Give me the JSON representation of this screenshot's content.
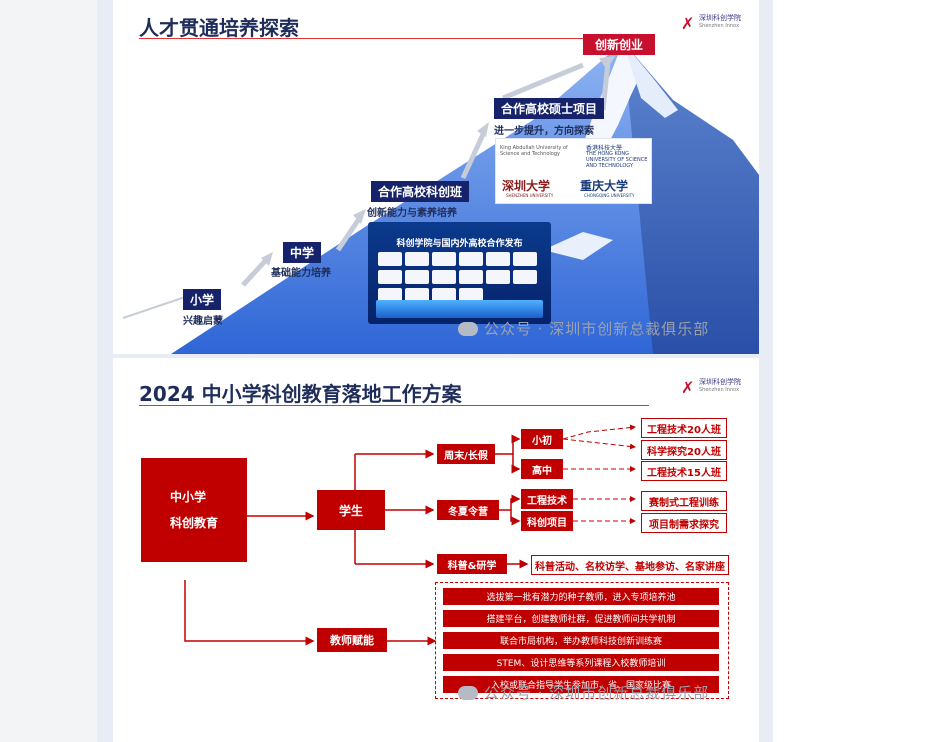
{
  "slide1": {
    "title": "人才贯通培养探索",
    "logo": {
      "mark": "✗",
      "name": "深圳科创学院",
      "sub": "Shenzhen Innoх"
    },
    "stages": [
      {
        "label": "小学",
        "sub": "兴趣启蒙"
      },
      {
        "label": "中学",
        "sub": "基础能力培养"
      },
      {
        "label": "合作高校科创班",
        "sub": "创新能力与素养培养"
      },
      {
        "label": "合作高校硕士项目",
        "sub": "进一步提升，方向探索"
      }
    ],
    "peak": "创新创业",
    "announcement": "科创学院与国内外高校合作发布",
    "universities": {
      "kaust": "King Abdullah University of Science and Technology",
      "hkust_cn": "香港科技大學",
      "hkust_en": "THE HONG KONG UNIVERSITY OF SCIENCE AND TECHNOLOGY",
      "szu": "深圳大学",
      "szu_en": "SHENZHEN UNIVERSITY",
      "cqu": "重庆大学",
      "cqu_en": "CHONGQING UNIVERSITY"
    },
    "watermark": "公众号 · 深圳市创新总裁俱乐部"
  },
  "slide2": {
    "title": "2024  中小学科创教育落地工作方案",
    "logo": {
      "mark": "✗",
      "name": "深圳科创学院",
      "sub": "Shenzhen Innoх"
    },
    "root": "中小学\n科创教育",
    "student": "学生",
    "teacher": "教师赋能",
    "weekend": "周末/长假",
    "winter_summer": "冬夏令营",
    "popsci": "科普&研学",
    "xiaochu": "小初",
    "gaozhong": "高中",
    "eng_tech": "工程技术",
    "sci_project": "科创项目",
    "classes": {
      "c1": "工程技术20人班",
      "c2": "科学探究20人班",
      "c3": "工程技术15人班",
      "c4": "赛制式工程训练",
      "c5": "项目制需求探究",
      "c6": "科普活动、名校访学、基地参访、名家讲座"
    },
    "teacher_items": [
      "选拔第一批有潜力的种子教师，进入专项培养池",
      "搭建平台，创建教师社群，促进教师间共学机制",
      "联合市局机构，举办教师科技创新训练赛",
      "STEM、设计思维等系列课程入校教师培训",
      "入校或联合指导学生参加市、省、国家级比赛"
    ],
    "watermark": "公众号 · 深圳市创新总裁俱乐部"
  }
}
